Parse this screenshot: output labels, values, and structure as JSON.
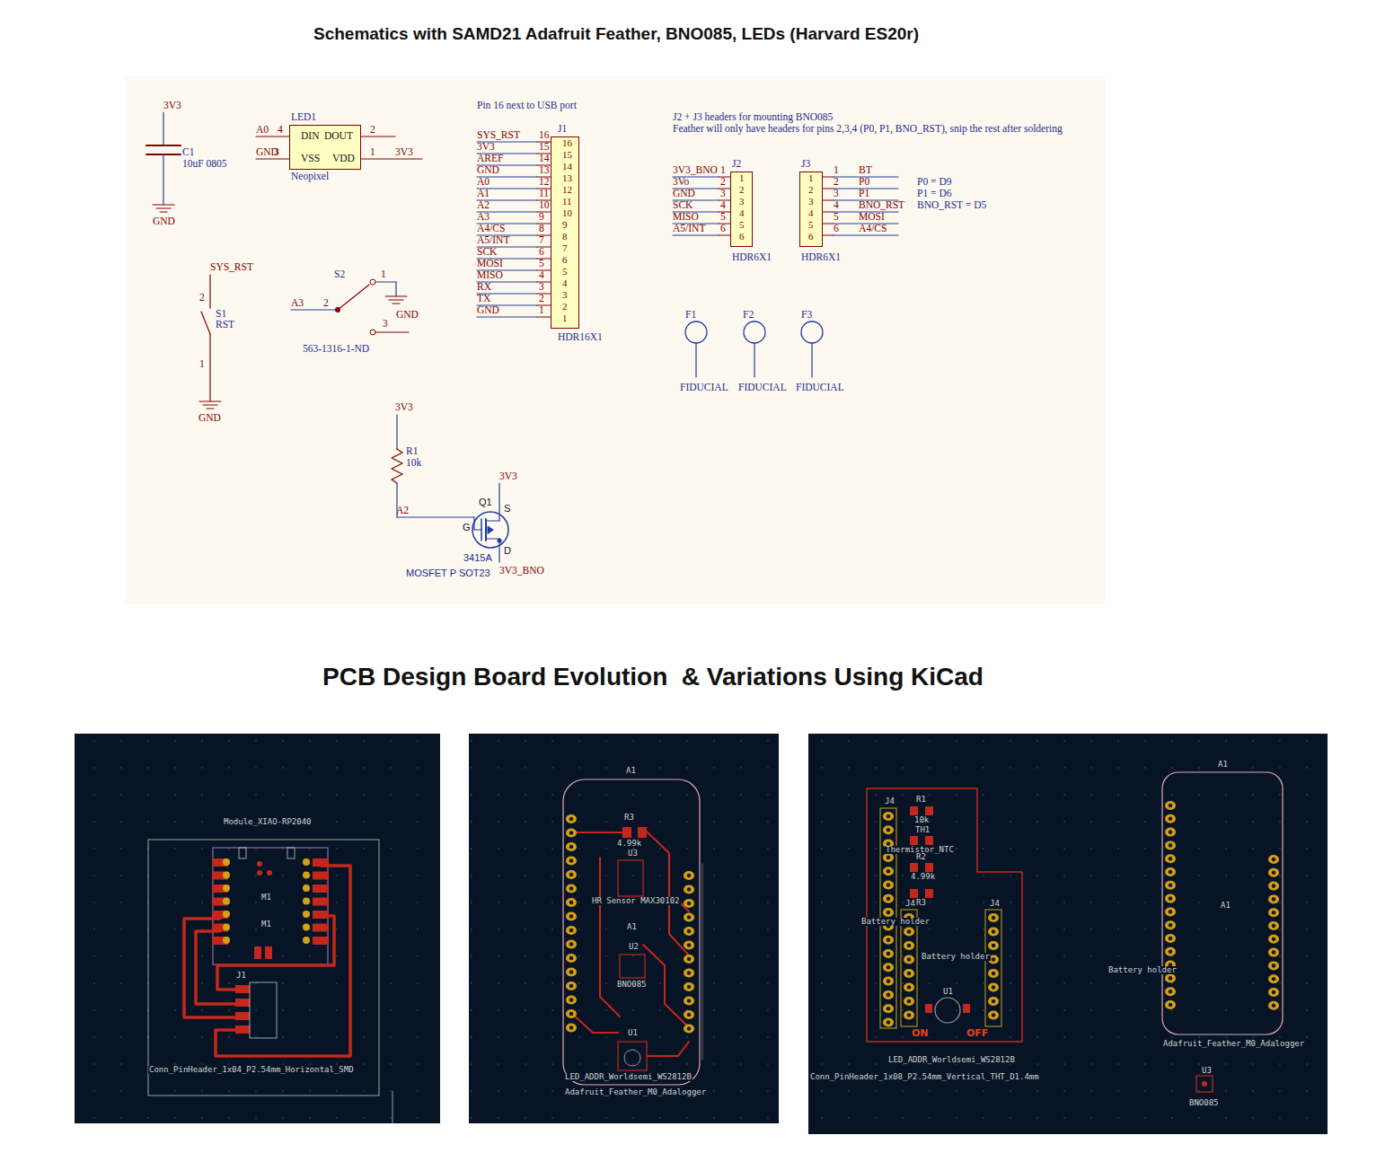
{
  "diagram": {
    "title": "Schematics with SAMD21 Adafruit Feather, BNO085, LEDs (Harvard ES20r)",
    "nodes": [
      {
        "text": [
          "DIN",
          "DOUT",
          "VSS",
          "VDD"
        ]
      },
      {
        "text": [
          "16",
          "15",
          "14",
          "13",
          "12",
          "11",
          "10",
          "9",
          "8",
          "7",
          "6",
          "5",
          "4",
          "3",
          "2",
          "1"
        ]
      },
      {
        "text": [
          "1",
          "2",
          "3",
          "4",
          "5",
          "6"
        ]
      },
      {
        "text": [
          "1",
          "2",
          "3",
          "4",
          "5",
          "6"
        ]
      }
    ],
    "labels": [
      "3V3",
      "C1",
      "10uF 0805",
      "GND",
      "LED1",
      "A0",
      "4",
      "2",
      "GND",
      "3",
      "1",
      "3V3",
      "Neopixel",
      "SYS_RST",
      "2",
      "S1",
      "RST",
      "1",
      "GND",
      "S2",
      "1",
      "A3",
      "2",
      "GND",
      "3",
      "563-1316-1-ND",
      "Pin 16 next to USB port",
      "J1",
      "SYS_RST",
      "16",
      "3V3",
      "15",
      "AREF",
      "14",
      "GND",
      "13",
      "A0",
      "12",
      "A1",
      "11",
      "A2",
      "10",
      "A3",
      "9",
      "A4/CS",
      "8",
      "A5/INT",
      "7",
      "SCK",
      "6",
      "MOSI",
      "5",
      "MISO",
      "4",
      "RX",
      "3",
      "TX",
      "2",
      "GND",
      "1",
      "HDR16X1",
      "J2 + J3 headers for mounting BNO085",
      "Feather will only have headers for pins 2,3,4 (P0, P1, BNO_RST), snip the rest after soldering",
      "J2",
      "J3",
      "3V3_BNO",
      "1",
      "3Vo",
      "2",
      "GND",
      "3",
      "SCK",
      "4",
      "MISO",
      "5",
      "A5/INT",
      "6",
      "1",
      "BT",
      "2",
      "P0",
      "3",
      "P1",
      "4",
      "BNO_RST",
      "5",
      "MOSI",
      "6",
      "A4/CS",
      "P0 = D9",
      "P1 = D6",
      "BNO_RST = D5",
      "HDR6X1",
      "HDR6X1",
      "F1",
      "F2",
      "F3",
      "FIDUCIAL",
      "FIDUCIAL",
      "FIDUCIAL",
      "3V3",
      "R1",
      "10k",
      "A2",
      "3V3",
      "Q1",
      "S",
      "G",
      "D",
      "3415A",
      "MOSFET P SOT23",
      "3V3_BNO",
      "PCB Design Board Evolution  & Variations Using KiCad",
      "Module_XIAO-RP2040",
      "M1",
      "M1",
      "J1",
      "Conn_PinHeader_1x04_P2.54mm_Horizontal_SMD",
      "A1",
      "R3",
      "4.99k",
      "U3",
      "HR Sensor MAX30102",
      "A1",
      "U2",
      "BNO085",
      "U1",
      "LED_ADDR_Worldsemi_WS2812B",
      "Adafruit_Feather_M0_Adalogger",
      "J4",
      "R1",
      "10k",
      "TH1",
      "Thermistor_NTC",
      "R2",
      "4.99k",
      "R3",
      "Battery holder",
      "J4",
      "J4",
      "Battery holder",
      "U1",
      "ON",
      "OFF",
      "LED_ADDR_Worldsemi_WS2812B",
      "Conn_PinHeader_1x08_P2.54mm_Vertical_THT_D1.4mm",
      "A1",
      "A1",
      "Battery holder",
      "Adafruit_Feather_M0_Adalogger",
      "U3",
      "BNO085"
    ]
  }
}
